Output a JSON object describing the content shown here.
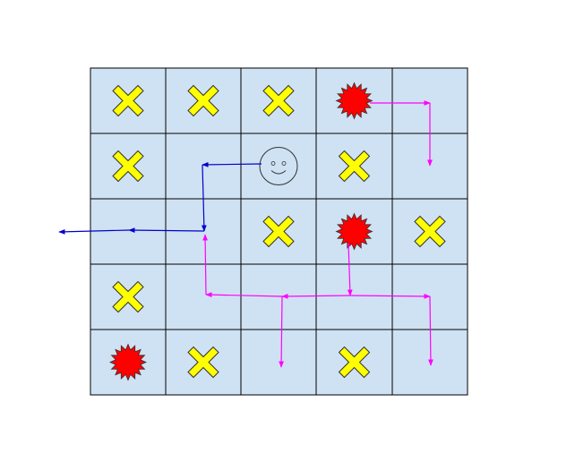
{
  "diagram": {
    "rows": 5,
    "cols": 5,
    "colors": {
      "cell_fill": "#cfe2f3",
      "grid_line": "#000000",
      "cross_fill": "#ffff00",
      "star_fill": "#ff0000",
      "face_fill": "#cfe2f3",
      "path_blue": "#0000cc",
      "path_magenta": "#ff00ff"
    },
    "icons": [
      {
        "row": 0,
        "col": 0,
        "type": "cross-icon"
      },
      {
        "row": 0,
        "col": 1,
        "type": "cross-icon"
      },
      {
        "row": 0,
        "col": 2,
        "type": "cross-icon"
      },
      {
        "row": 0,
        "col": 3,
        "type": "burst-icon"
      },
      {
        "row": 1,
        "col": 0,
        "type": "cross-icon"
      },
      {
        "row": 1,
        "col": 2,
        "type": "smiley-face-icon"
      },
      {
        "row": 1,
        "col": 3,
        "type": "cross-icon"
      },
      {
        "row": 2,
        "col": 2,
        "type": "cross-icon"
      },
      {
        "row": 2,
        "col": 3,
        "type": "burst-icon"
      },
      {
        "row": 2,
        "col": 4,
        "type": "cross-icon"
      },
      {
        "row": 3,
        "col": 0,
        "type": "cross-icon"
      },
      {
        "row": 4,
        "col": 0,
        "type": "burst-icon"
      },
      {
        "row": 4,
        "col": 1,
        "type": "cross-icon"
      },
      {
        "row": 4,
        "col": 3,
        "type": "cross-icon"
      }
    ]
  }
}
